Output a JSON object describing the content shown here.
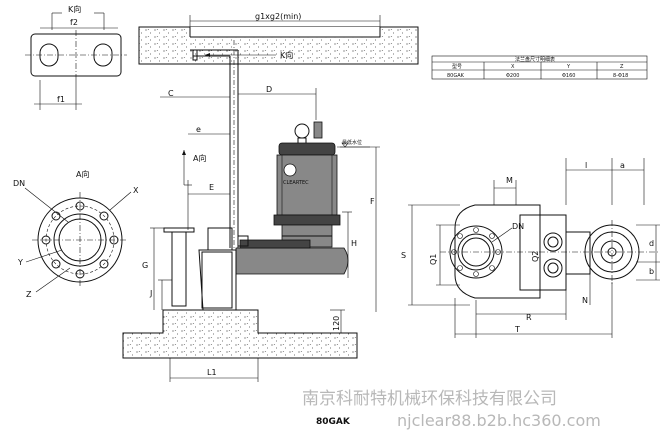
{
  "views": {
    "k_view": {
      "title": "K向",
      "f2": "f2",
      "f1": "f1"
    },
    "a_view": {
      "title": "A向",
      "dn": "DN",
      "x": "X",
      "y": "Y",
      "z": "Z"
    },
    "elevation": {
      "g": "g1xg2(min)",
      "k_arrow": "K向",
      "c": "C",
      "d": "D",
      "e": "e",
      "a_arrow": "A向",
      "e_cap": "E",
      "f": "F",
      "h": "H",
      "g_cap": "G",
      "j": "J",
      "l1": "L1",
      "v120": "120",
      "water_level": "最低水位",
      "brand": "CLEARTEC"
    },
    "plan": {
      "l": "l",
      "a": "a",
      "m": "M",
      "dn": "DN",
      "s": "S",
      "q1": "Q1",
      "q2": "Q2",
      "d": "d",
      "b": "b",
      "n": "N",
      "r": "R",
      "t": "T"
    }
  },
  "flange_table": {
    "title": "法兰盘尺寸明细表",
    "headers": [
      "型号",
      "X",
      "Y",
      "Z"
    ],
    "rows": [
      [
        "80GAK",
        "Φ200",
        "Φ160",
        "8-Φ18"
      ]
    ]
  },
  "model": "80GAK",
  "watermark": {
    "company": "南京科耐特机械环保科技有限公司",
    "url": "njclear88.b2b.hc360.com"
  }
}
